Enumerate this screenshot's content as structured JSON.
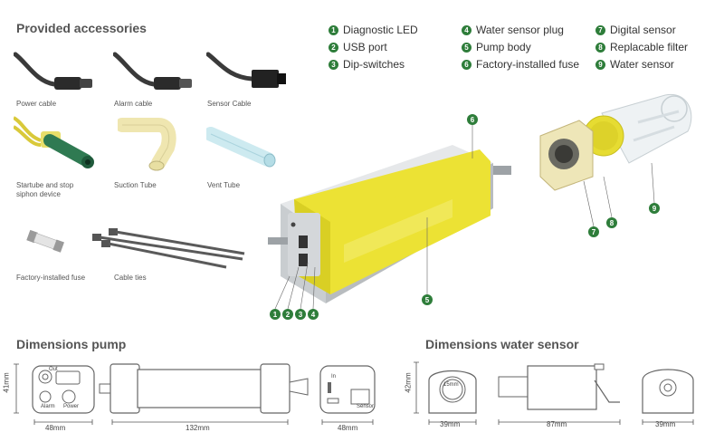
{
  "accessories": {
    "title": "Provided accessories",
    "items": [
      {
        "label": "Power cable"
      },
      {
        "label": "Alarm cable"
      },
      {
        "label": "Sensor Cable"
      },
      {
        "label": "Startube and stop siphon device"
      },
      {
        "label": "Suction Tube"
      },
      {
        "label": "Vent Tube"
      },
      {
        "label": "Factory-installed fuse"
      },
      {
        "label": "Cable ties"
      }
    ]
  },
  "legend": [
    {
      "num": "1",
      "label": "Diagnostic LED"
    },
    {
      "num": "2",
      "label": "USB port"
    },
    {
      "num": "3",
      "label": "Dip-switches"
    },
    {
      "num": "4",
      "label": "Water sensor plug"
    },
    {
      "num": "5",
      "label": "Pump body"
    },
    {
      "num": "6",
      "label": "Factory-installed fuse"
    },
    {
      "num": "7",
      "label": "Digital sensor"
    },
    {
      "num": "8",
      "label": "Replacable filter"
    },
    {
      "num": "9",
      "label": "Water sensor"
    }
  ],
  "callouts": [
    "1",
    "2",
    "3",
    "4",
    "5",
    "6",
    "7",
    "8",
    "9"
  ],
  "dimensions_pump": {
    "title": "Dimensions pump",
    "height": "41mm",
    "front_width": "48mm",
    "length": "132mm",
    "back_width": "48mm",
    "panel_labels": {
      "out": "Out",
      "alarm": "Alarm",
      "power": "Power",
      "in": "In",
      "sensor": "Sensor"
    }
  },
  "dimensions_sensor": {
    "title": "Dimensions water sensor",
    "height": "42mm",
    "front_width": "39mm",
    "inner": "15mm",
    "length": "87mm",
    "back_width": "39mm"
  },
  "colors": {
    "accent_green": "#2e7d3a",
    "pump_yellow": "#ece234",
    "grey": "#b8bcbf"
  }
}
